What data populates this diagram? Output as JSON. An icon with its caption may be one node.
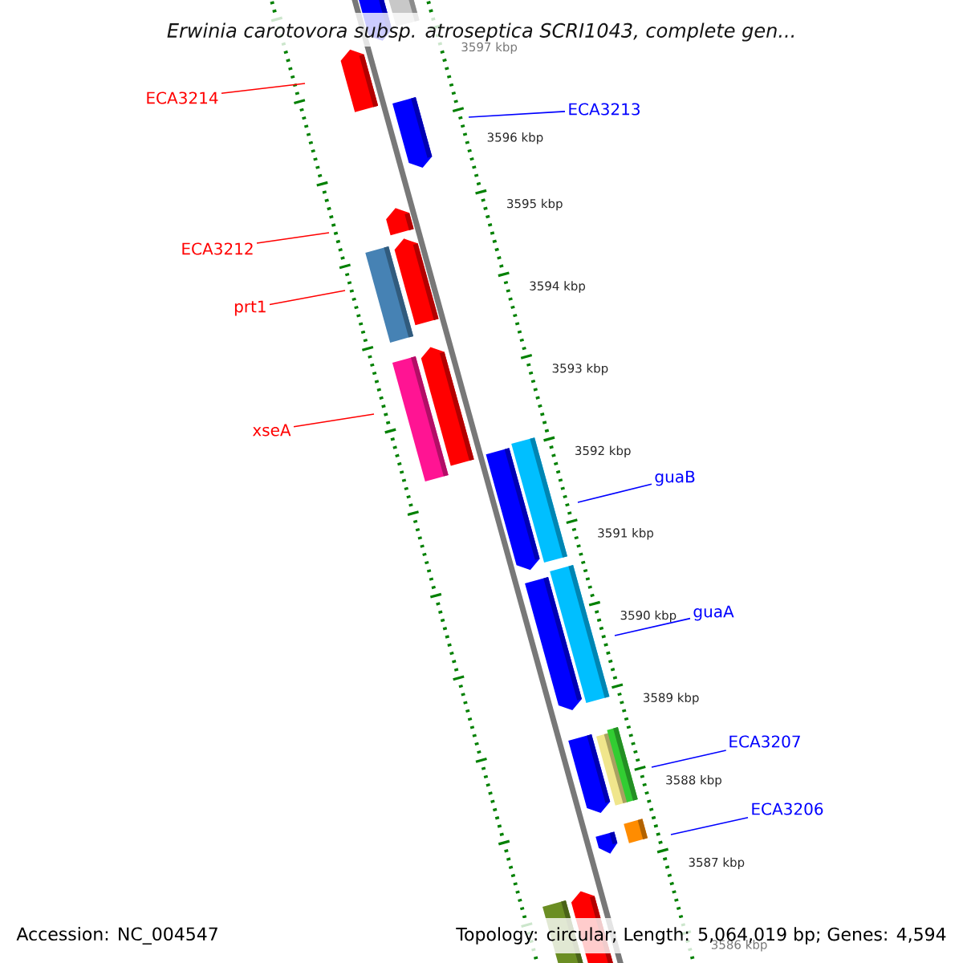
{
  "diagram": {
    "title": "Erwinia carotovora subsp. atroseptica SCRI1043, complete gen...",
    "nodes": [
      {
        "text": [
          "ECA3214"
        ]
      },
      {
        "text": [
          "ECA3212"
        ]
      },
      {
        "text": [
          "prt1"
        ]
      },
      {
        "text": [
          "xseA"
        ]
      },
      {
        "text": [
          "ECA3213"
        ]
      },
      {
        "text": [
          "guaB"
        ]
      },
      {
        "text": [
          "guaA"
        ]
      },
      {
        "text": [
          "ECA3207"
        ]
      },
      {
        "text": [
          "ECA3206"
        ]
      }
    ],
    "edges": [
      {
        "from": 0,
        "to": null,
        "arrow": "none",
        "color": "#ff0000"
      },
      {
        "from": 1,
        "to": null,
        "arrow": "none",
        "color": "#ff0000"
      },
      {
        "from": 2,
        "to": null,
        "arrow": "none",
        "color": "#ff0000"
      },
      {
        "from": 3,
        "to": null,
        "arrow": "none",
        "color": "#ff0000"
      },
      {
        "from": 4,
        "to": null,
        "arrow": "none"
      },
      {
        "from": 5,
        "to": null,
        "arrow": "none"
      },
      {
        "from": 6,
        "to": null,
        "arrow": "none"
      },
      {
        "from": 7,
        "to": null,
        "arrow": "none"
      },
      {
        "from": 8,
        "to": null,
        "arrow": "none"
      }
    ],
    "labels": [
      "3597 kbp",
      "3596 kbp",
      "3595 kbp",
      "3594 kbp",
      "3593 kbp",
      "3592 kbp",
      "3591 kbp",
      "3590 kbp",
      "3589 kbp",
      "3588 kbp",
      "3587 kbp",
      "3586 kbp",
      "Accession: NC_004547",
      "Topology: circular; Length: 5,064,019 bp; Genes: 4,594"
    ]
  }
}
